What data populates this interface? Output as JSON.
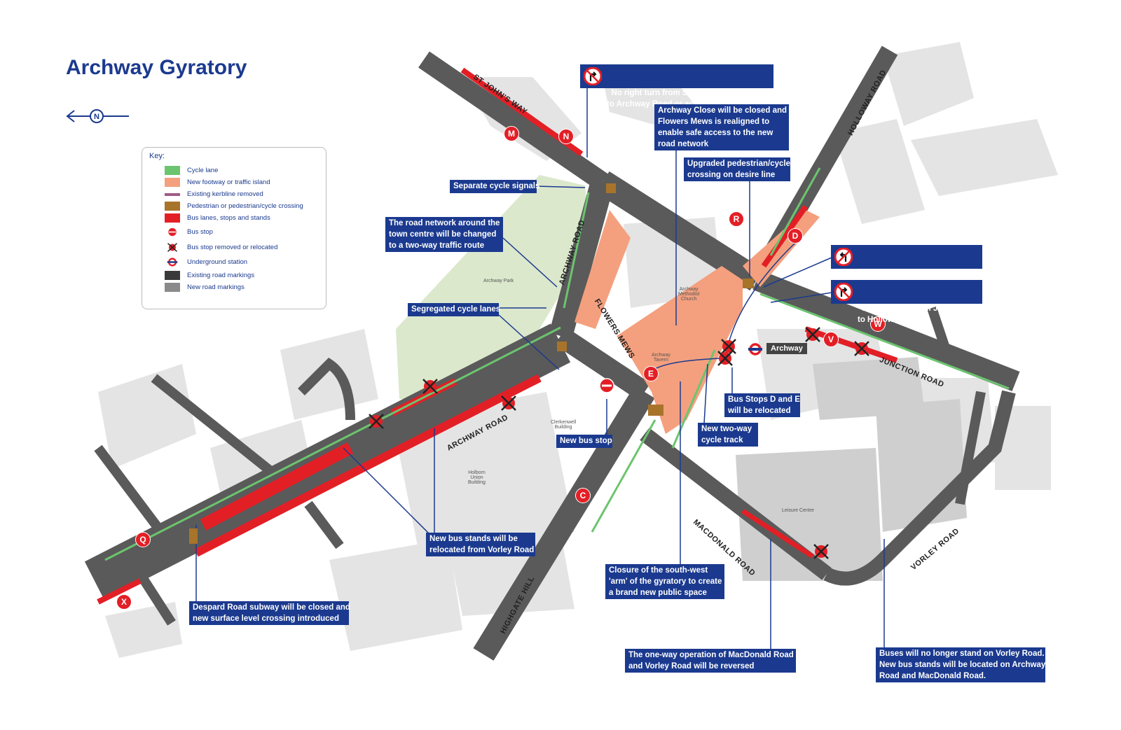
{
  "title": "Archway Gyratory",
  "north_label": "N",
  "legend": {
    "title": "Key:",
    "items": [
      {
        "label": "Cycle lane",
        "color": "#6cc46f"
      },
      {
        "label": "New footway or traffic island",
        "color": "#f4a07e"
      },
      {
        "label": "Existing kerbline removed",
        "color": "#a35a86"
      },
      {
        "label": "Pedestrian or pedestrian/cycle crossing",
        "color": "#a8742a"
      },
      {
        "label": "Bus lanes, stops and stands",
        "color": "#e31f26"
      },
      {
        "label": "Bus stop",
        "icon": "bus-stop-icon"
      },
      {
        "label": "Bus stop removed or relocated",
        "icon": "bus-stop-removed-icon"
      },
      {
        "label": "Underground station",
        "icon": "underground-roundel-icon"
      },
      {
        "label": "Existing road markings",
        "color": "#3a3a3a"
      },
      {
        "label": "New road markings",
        "color": "#8a8a8a"
      }
    ]
  },
  "roads": {
    "st_johns_way": "ST JOHN'S WAY",
    "holloway_road": "HOLLOWAY ROAD",
    "archway_road_north": "ARCHWAY ROAD",
    "flowers_mews": "FLOWERS MEWS",
    "archway_road_south": "ARCHWAY ROAD",
    "junction_road": "JUNCTION ROAD",
    "macdonald_road": "MACDONALD ROAD",
    "vorley_road": "VORLEY ROAD",
    "highgate_hill": "HIGHGATE HILL"
  },
  "buildings": {
    "archway_park": "Archway Park",
    "methodist_church": "Archway\nMethodist\nChurch",
    "archway_tavern": "Archway\nTavern",
    "clerkenwell": "Clerkenwell\nBuilding",
    "holborn_union": "Holborn\nUnion\nBuilding",
    "leisure_centre": "Leisure Centre"
  },
  "stops": {
    "M": "M",
    "N": "N",
    "R": "R",
    "D": "D",
    "W": "W",
    "V": "V",
    "E": "E",
    "C": "C",
    "Q": "Q",
    "X": "X"
  },
  "underground": {
    "label": "Archway"
  },
  "callouts": {
    "no_right_turn_st_johns": "No right turn from St John's Way\nto Archway Road or access to Highgate Hill",
    "archway_close": "Archway Close will be closed and\nFlowers Mews is realigned to\nenable safe access to the new\nroad network",
    "upgraded_crossing": "Upgraded pedestrian/cycle\ncrossing on desire line",
    "separate_cycle_signals": "Separate cycle signals",
    "two_way": "The road network around the\ntown centre will be changed\nto a two-way traffic route",
    "no_left_turn": "No left turn from Holloway Road\nto Junction Road",
    "no_right_turn_junction": "No right turn from Junction Road\nto Holloway Road",
    "segregated": "Segregated cycle lanes",
    "bus_stops_de": "Bus Stops D and E\nwill be relocated",
    "new_two_way_cycle": "New two-way\ncycle track",
    "new_bus_stop": "New bus stop",
    "new_bus_stands": "New bus stands will be\nrelocated from Vorley Road",
    "closure_sw_arm": "Closure of the south-west\n'arm' of the gyratory to create\na brand new public space",
    "despard": "Despard Road subway will be closed and\nnew surface level crossing introduced",
    "macdonald_oneway": "The one-way operation of MacDonald Road\nand Vorley Road will be reversed",
    "vorley_buses": "Buses will no longer stand on Vorley Road.\nNew bus stands will be located on Archway\nRoad and MacDonald Road."
  }
}
